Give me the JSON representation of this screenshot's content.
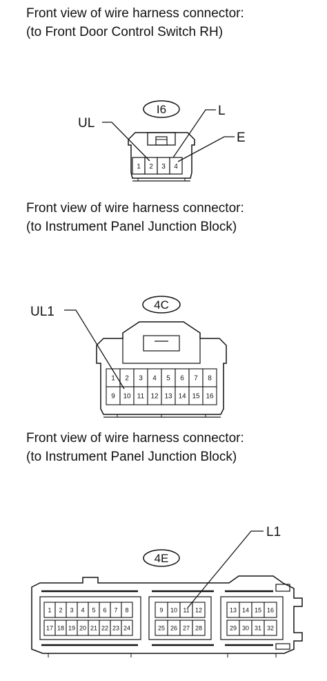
{
  "sections": [
    {
      "caption_line1": "Front view of wire harness connector:",
      "caption_line2": "(to Front Door Control Switch RH)",
      "connector_code": "I6",
      "pins": [
        "1",
        "2",
        "3",
        "4"
      ],
      "callouts": [
        "UL",
        "L",
        "E"
      ]
    },
    {
      "caption_line1": "Front view of wire harness connector:",
      "caption_line2": "(to Instrument Panel Junction Block)",
      "connector_code": "4C",
      "pins": [
        "1",
        "2",
        "3",
        "4",
        "5",
        "6",
        "7",
        "8",
        "9",
        "10",
        "11",
        "12",
        "13",
        "14",
        "15",
        "16"
      ],
      "callouts": [
        "UL1"
      ]
    },
    {
      "caption_line1": "Front view of wire harness connector:",
      "caption_line2": "(to Instrument Panel Junction Block)",
      "connector_code": "4E",
      "pins": [
        "1",
        "2",
        "3",
        "4",
        "5",
        "6",
        "7",
        "8",
        "9",
        "10",
        "11",
        "12",
        "13",
        "14",
        "15",
        "16",
        "17",
        "18",
        "19",
        "20",
        "21",
        "22",
        "23",
        "24",
        "25",
        "26",
        "27",
        "28",
        "29",
        "30",
        "31",
        "32"
      ],
      "callouts": [
        "L1"
      ]
    }
  ]
}
